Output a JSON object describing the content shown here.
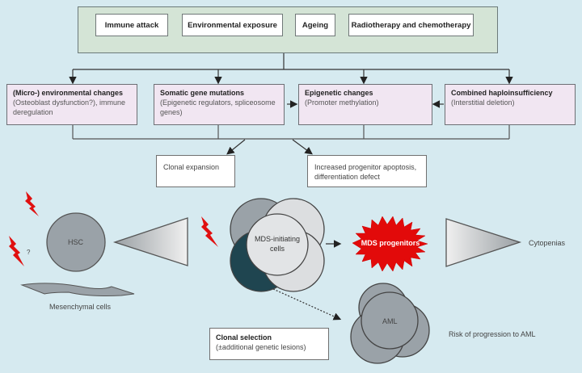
{
  "causes": [
    "Immune attack",
    "Environmental exposure",
    "Ageing",
    "Radiotherapy and chemotherapy"
  ],
  "mechanisms": [
    {
      "title": "(Micro-) environmental changes",
      "subtitle": "(Osteoblast dysfunction?), immune deregulation"
    },
    {
      "title": "Somatic gene mutations",
      "subtitle": "(Epigenetic regulators, spliceosome genes)"
    },
    {
      "title": "Epigenetic changes",
      "subtitle": "(Promoter methylation)"
    },
    {
      "title": "Combined haploinsufficiency",
      "subtitle": "(Interstitial deletion)"
    }
  ],
  "outcomes": {
    "clonal_expansion": "Clonal expansion",
    "apoptosis": "Increased progenitor apoptosis, differentiation defect"
  },
  "cells": {
    "hsc": "HSC",
    "question_mark": "?",
    "mesenchymal": "Mesenchymal cells",
    "mds_initiating": "MDS-initiating cells",
    "mds_progenitors": "MDS progenitors",
    "cytopenias": "Cytopenias",
    "aml": "AML",
    "aml_risk": "Risk of progression to AML"
  },
  "clonal_selection": {
    "title": "Clonal selection",
    "subtitle": "(±additional genetic lesions)"
  },
  "colors": {
    "background": "#d6eaf0",
    "causes_panel": "#d4e4d6",
    "mechanism_box": "#f1e6f2",
    "lightning": "#e01010",
    "cell_grey": "#9aa2a8",
    "cell_dark": "#1f4550",
    "cell_light": "#dcdee0"
  }
}
